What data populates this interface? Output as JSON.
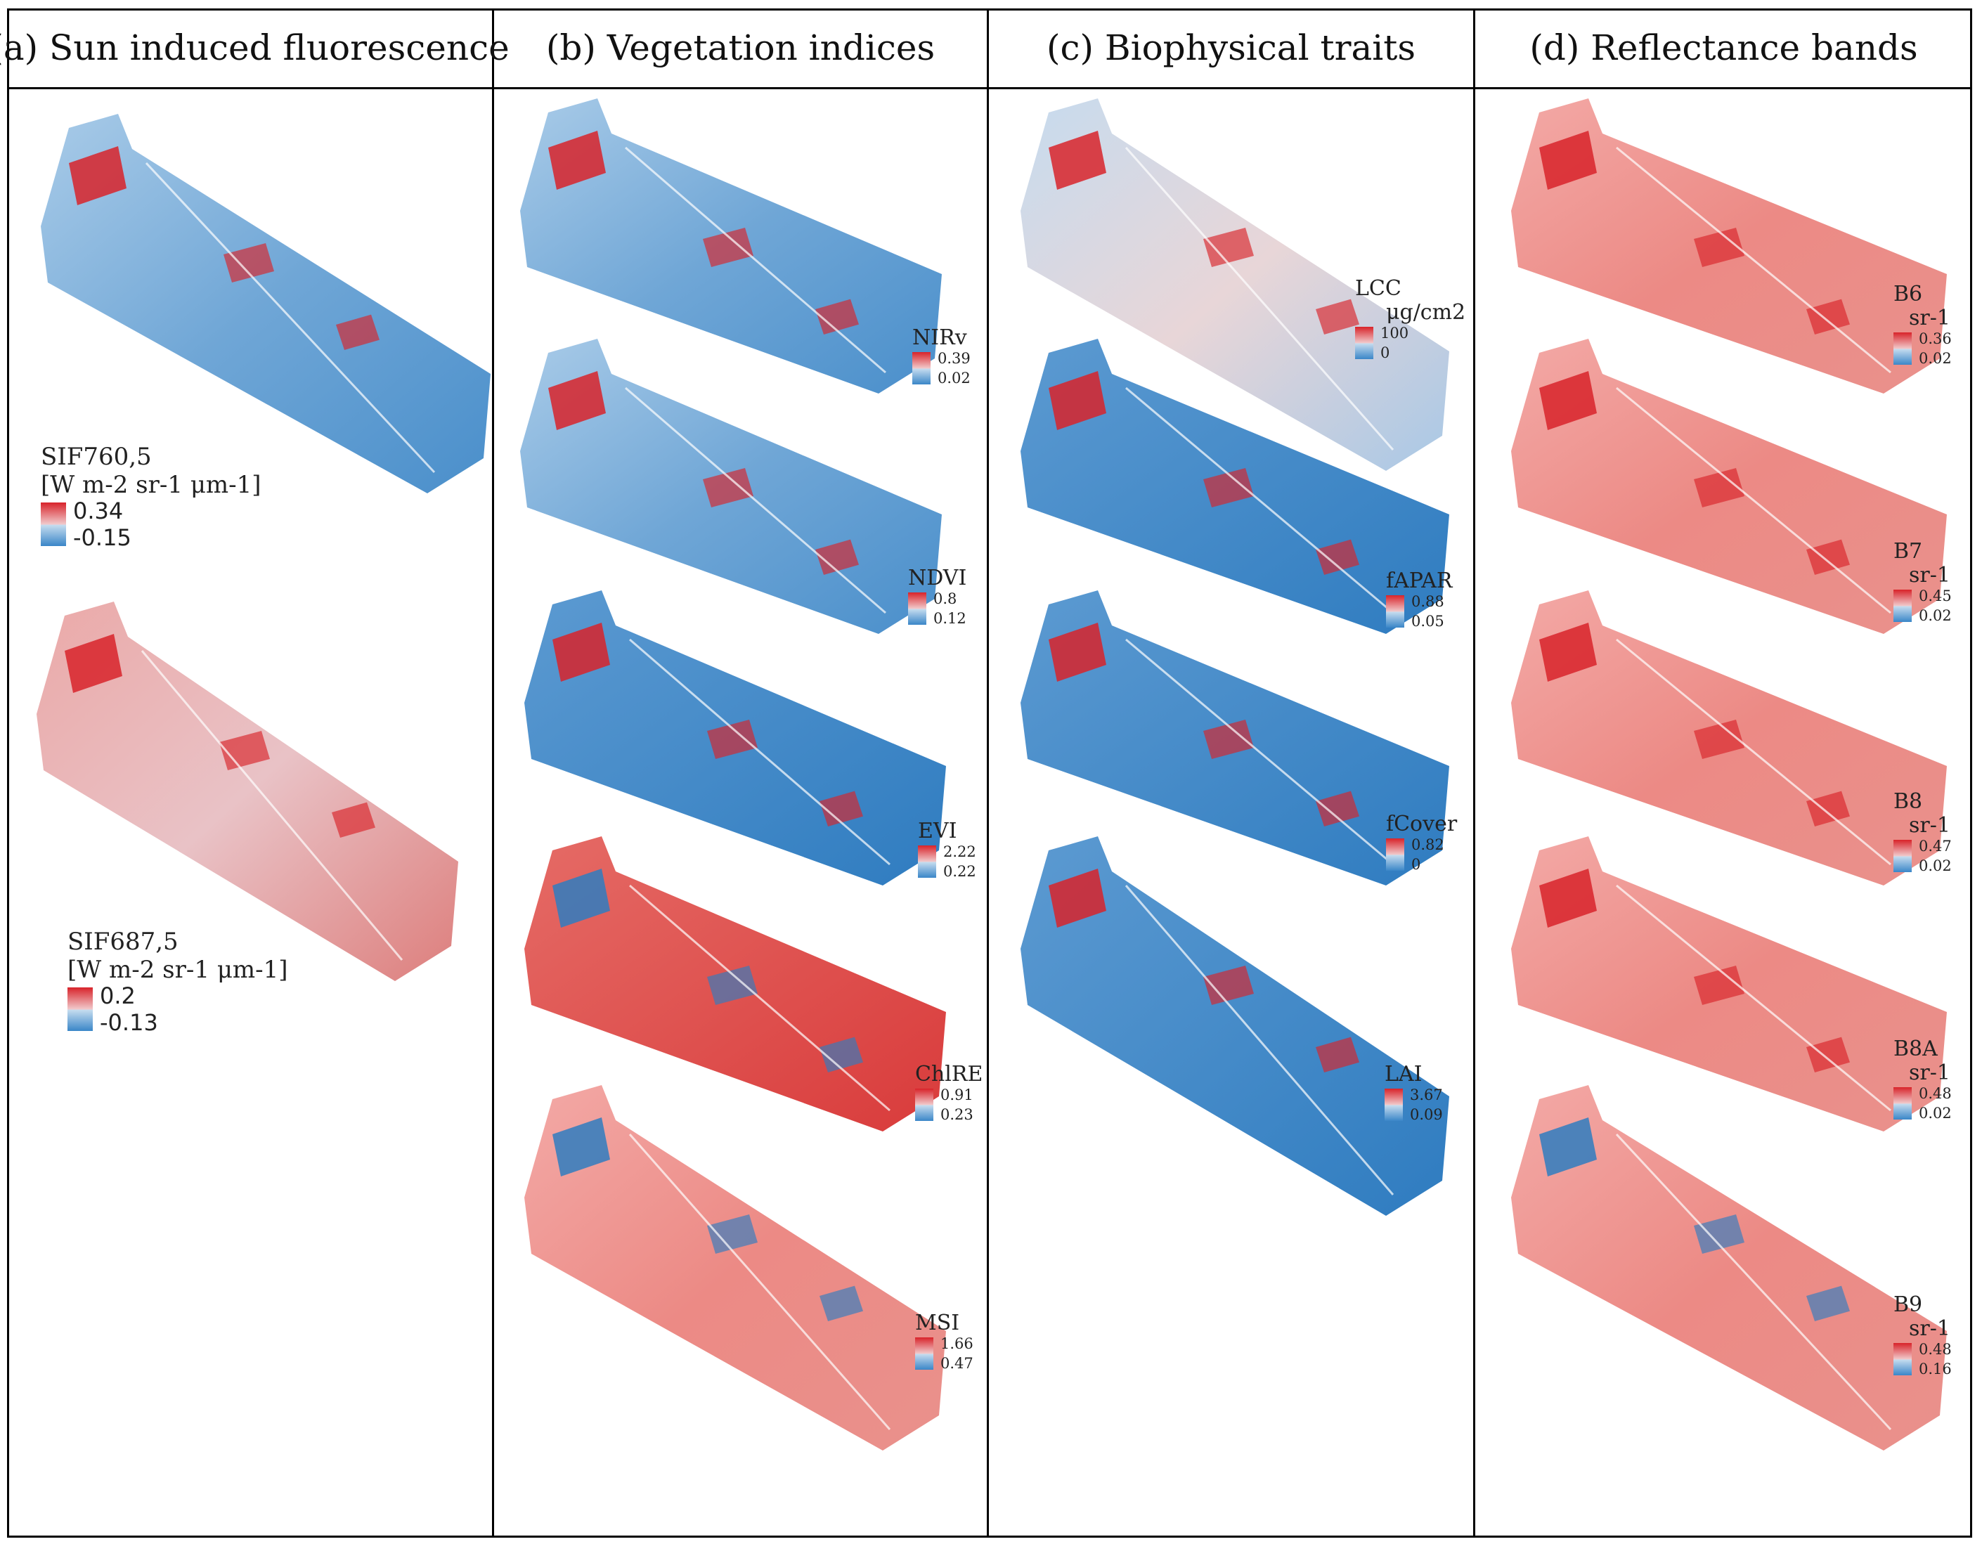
{
  "panels": [
    {
      "title": "(a) Sun induced fluorescence"
    },
    {
      "title": "(b) Vegetation indices"
    },
    {
      "title": "(c) Biophysical traits"
    },
    {
      "title": "(d) Reflectance bands"
    }
  ],
  "legends": {
    "sif760": {
      "name": "SIF760,5",
      "unit": "[W m-2 sr-1 μm-1]",
      "max": "0.34",
      "min": "-0.15"
    },
    "sif687": {
      "name": "SIF687,5",
      "unit": "[W m-2 sr-1 μm-1]",
      "max": "0.2",
      "min": "-0.13"
    },
    "nirv": {
      "name": "NIRv",
      "max": "0.39",
      "min": "0.02"
    },
    "ndvi": {
      "name": "NDVI",
      "max": "0.8",
      "min": "0.12"
    },
    "evi": {
      "name": "EVI",
      "max": "2.22",
      "min": "0.22"
    },
    "chlre": {
      "name": "ChlRE",
      "max": "0.91",
      "min": "0.23"
    },
    "msi": {
      "name": "MSI",
      "max": "1.66",
      "min": "0.47"
    },
    "lcc": {
      "name": "LCC",
      "unit": "μg/cm2",
      "max": "100",
      "min": "0"
    },
    "fapar": {
      "name": "fAPAR",
      "max": "0.88",
      "min": "0.05"
    },
    "fcover": {
      "name": "fCover",
      "max": "0.82",
      "min": "0"
    },
    "lai": {
      "name": "LAI",
      "max": "3.67",
      "min": "0.09"
    },
    "b6": {
      "name": "B6",
      "unit": "sr-1",
      "max": "0.36",
      "min": "0.02"
    },
    "b7": {
      "name": "B7",
      "unit": "sr-1",
      "max": "0.45",
      "min": "0.02"
    },
    "b8": {
      "name": "B8",
      "unit": "sr-1",
      "max": "0.47",
      "min": "0.02"
    },
    "b8a": {
      "name": "B8A",
      "unit": "sr-1",
      "max": "0.48",
      "min": "0.02"
    },
    "b9": {
      "name": "B9",
      "unit": "sr-1",
      "max": "0.48",
      "min": "0.16"
    }
  },
  "colors": {
    "high": "#d8232a",
    "mid": "#f2f2f2",
    "low": "#3a86c8"
  }
}
